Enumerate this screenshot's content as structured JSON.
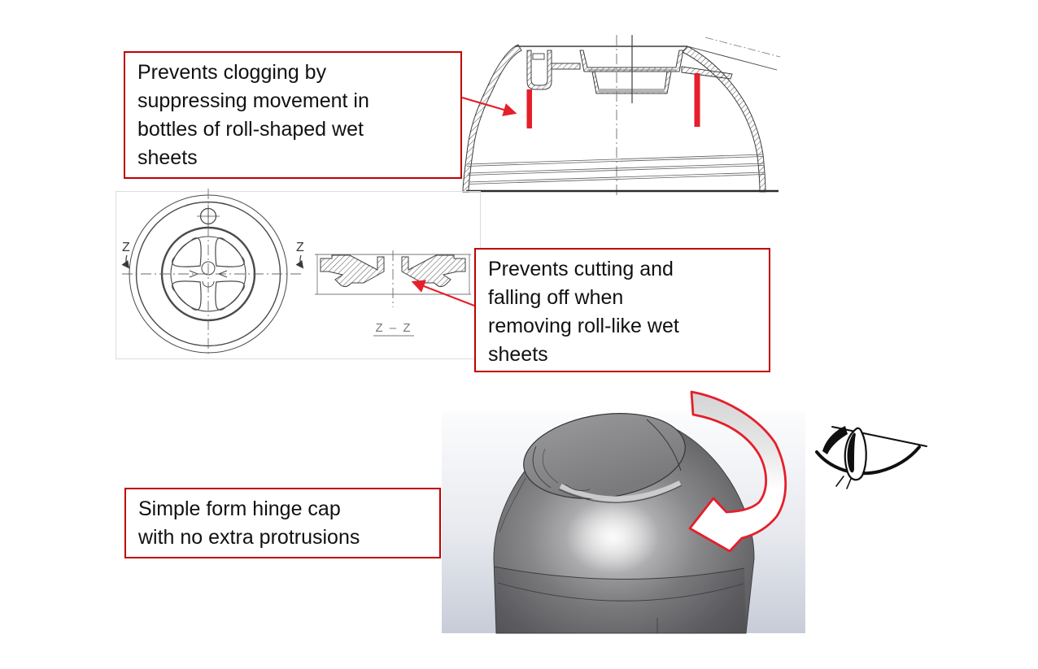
{
  "slide": {
    "type": "annotated-technical-slide",
    "background": "#ffffff"
  },
  "callouts": [
    {
      "id": "clogging",
      "full_text": "Prevents clogging by suppressing movement in bottles of roll-shaped wet sheets",
      "lines": [
        "Prevents clogging by",
        "suppressing movement in",
        "bottles of roll-shaped wet",
        "sheets"
      ]
    },
    {
      "id": "cutting",
      "full_text": "Prevents cutting and falling off when removing roll-like wet sheets",
      "lines": [
        "Prevents cutting and",
        "falling off when",
        "removing roll-like wet",
        "sheets"
      ]
    },
    {
      "id": "hinge",
      "full_text": "Simple form hinge cap with no extra protrusions",
      "lines": [
        "Simple form hinge cap",
        "with no extra protrusions"
      ]
    }
  ],
  "technical_drawing": {
    "section_marker_left": "Z",
    "section_marker_right": "Z",
    "section_label": "Z – Z"
  },
  "icons": [
    {
      "name": "eye-icon"
    },
    {
      "name": "rotation-arrow-icon"
    }
  ],
  "colors": {
    "callout_border": "#c00000",
    "callout_text": "#111111",
    "highlight_red": "#e51f2b",
    "drawing_line": "#3f3f3f",
    "render_background_top": "#fbfcfd",
    "render_background_bottom": "#c7ccd8",
    "bottle_gray": "#6f6f71"
  }
}
